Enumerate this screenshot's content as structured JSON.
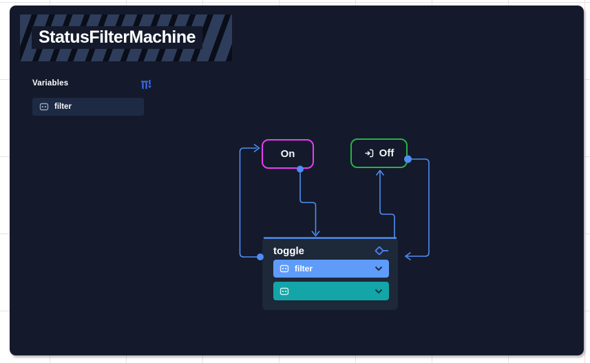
{
  "machine": {
    "title": "StatusFilterMachine",
    "accent_colors": {
      "edge_blue": "#4f8df5",
      "state_on_border": "#e93ef3",
      "state_off_border": "#2bb146",
      "assignment_blue": "#5f9cfa",
      "assignment_teal": "#14a5a8",
      "panel_bg": "#141a2b"
    }
  },
  "variables_panel": {
    "label": "Variables",
    "items": [
      {
        "name": "filter"
      }
    ]
  },
  "states": [
    {
      "label": "On"
    },
    {
      "label": "Off"
    }
  ],
  "event": {
    "label": "toggle",
    "assignments": [
      {
        "label": "filter"
      },
      {
        "label": ""
      }
    ]
  }
}
